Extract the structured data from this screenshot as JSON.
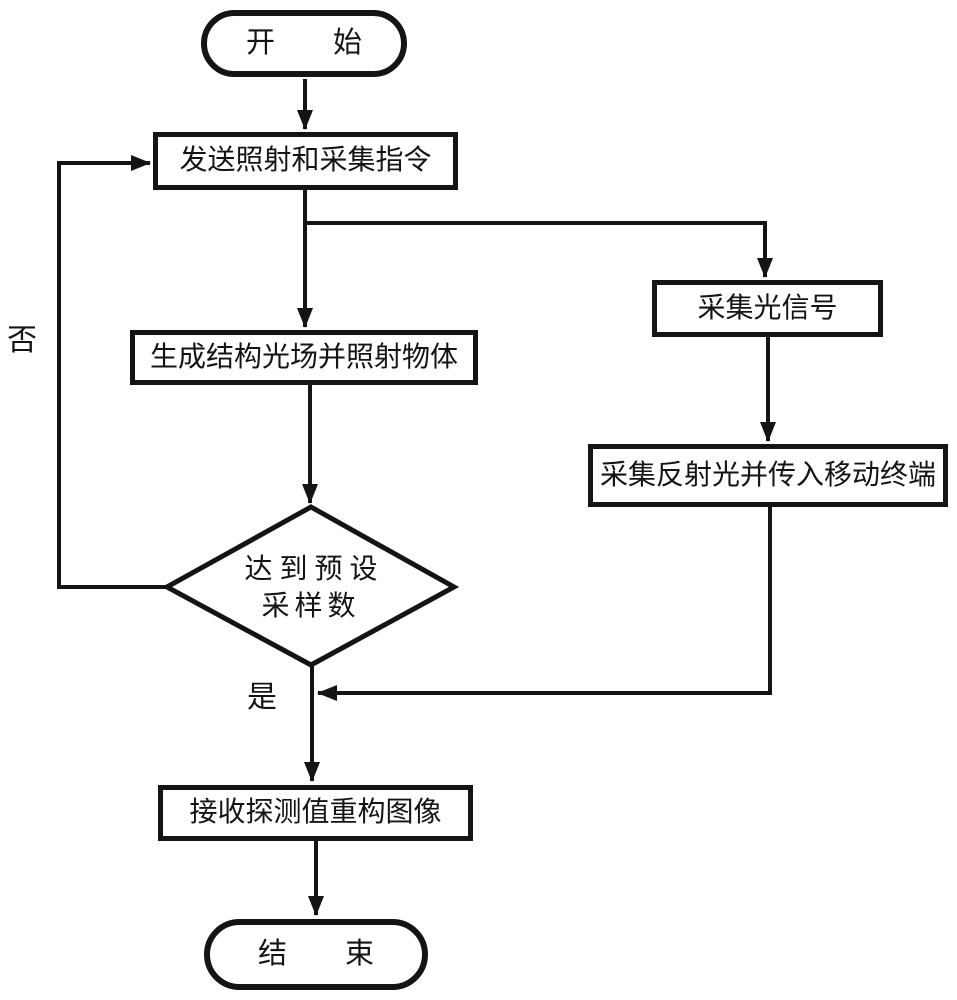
{
  "canvas": {
    "background": "#ffffff",
    "ink": "#141414"
  },
  "nodes": {
    "start": {
      "type": "terminator",
      "label": "开　　始"
    },
    "send_cmd": {
      "type": "process",
      "label": "发送照射和采集指令"
    },
    "gen_light": {
      "type": "process",
      "label": "生成结构光场并照射物体"
    },
    "collect_light": {
      "type": "process",
      "label": "采集光信号"
    },
    "collect_reflect": {
      "type": "process",
      "label": "采集反射光并传入移动终端"
    },
    "decision": {
      "type": "decision",
      "line1": "达 到 预 设",
      "line2": "采样数"
    },
    "reconstruct": {
      "type": "process",
      "label": "接收探测值重构图像"
    },
    "end": {
      "type": "terminator",
      "label": "结　　束"
    }
  },
  "edges": {
    "no_label": "否",
    "yes_label": "是"
  }
}
